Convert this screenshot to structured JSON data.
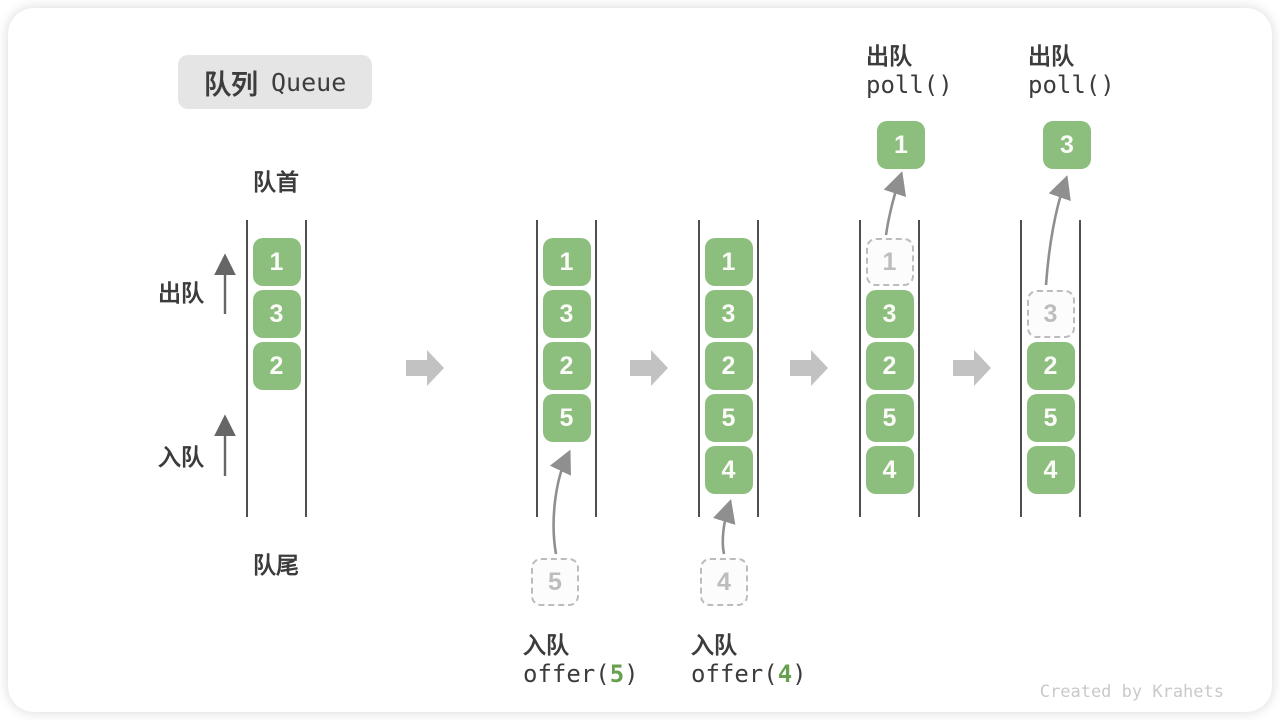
{
  "title": {
    "zh": "队列",
    "en": "Queue"
  },
  "labels": {
    "front": "队首",
    "rear": "队尾",
    "dequeue": "出队",
    "enqueue": "入队"
  },
  "colors": {
    "box_green": "#8CBE7E",
    "box_text": "#FBFBF8",
    "dashed_gray": "#BCBCBC",
    "dark_text": "#3C3C3C",
    "flow_arrow_gray": "#C2C2C2",
    "curve_arrow_gray": "#8F8F8F",
    "code_arg_green": "#69A050"
  },
  "queues": [
    {
      "slots": [
        {
          "v": "1",
          "type": "green"
        },
        {
          "v": "3",
          "type": "green"
        },
        {
          "v": "2",
          "type": "green"
        },
        {
          "type": "empty"
        },
        {
          "type": "empty"
        }
      ]
    },
    {
      "slots": [
        {
          "v": "1",
          "type": "green"
        },
        {
          "v": "3",
          "type": "green"
        },
        {
          "v": "2",
          "type": "green"
        },
        {
          "v": "5",
          "type": "green"
        },
        {
          "type": "empty"
        }
      ]
    },
    {
      "slots": [
        {
          "v": "1",
          "type": "green"
        },
        {
          "v": "3",
          "type": "green"
        },
        {
          "v": "2",
          "type": "green"
        },
        {
          "v": "5",
          "type": "green"
        },
        {
          "v": "4",
          "type": "green"
        }
      ]
    },
    {
      "slots": [
        {
          "v": "1",
          "type": "dashed"
        },
        {
          "v": "3",
          "type": "green"
        },
        {
          "v": "2",
          "type": "green"
        },
        {
          "v": "5",
          "type": "green"
        },
        {
          "v": "4",
          "type": "green"
        }
      ]
    },
    {
      "slots": [
        {
          "type": "empty"
        },
        {
          "v": "3",
          "type": "dashed"
        },
        {
          "v": "2",
          "type": "green"
        },
        {
          "v": "5",
          "type": "green"
        },
        {
          "v": "4",
          "type": "green"
        }
      ]
    }
  ],
  "operations": {
    "enqueue5": {
      "label": "入队",
      "code_pre": "offer(",
      "arg": "5",
      "code_post": ")",
      "pending_value": "5"
    },
    "enqueue4": {
      "label": "入队",
      "code_pre": "offer(",
      "arg": "4",
      "code_post": ")",
      "pending_value": "4"
    },
    "poll1": {
      "label": "出队",
      "code": "poll()",
      "result_value": "1"
    },
    "poll2": {
      "label": "出队",
      "code": "poll()",
      "result_value": "3"
    }
  },
  "watermark": "Created by Krahets"
}
